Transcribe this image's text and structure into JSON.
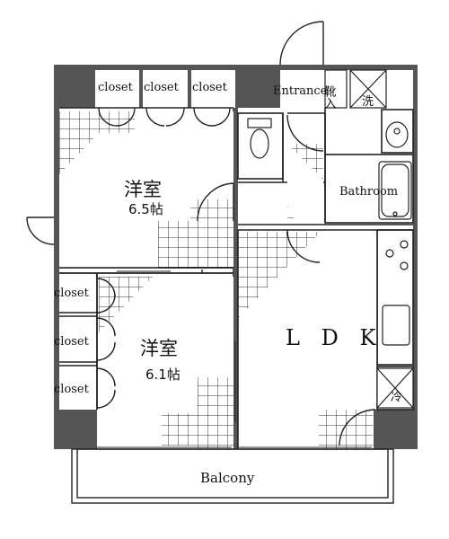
{
  "rooms": {
    "western_room_1": {
      "name": "洋室",
      "size": "6.5帖"
    },
    "western_room_2": {
      "name": "洋室",
      "size": "6.1帖"
    },
    "ldk": {
      "name": "L D K"
    },
    "bathroom": {
      "name": "Bathroom"
    },
    "entrance": {
      "name": "Entrance"
    },
    "balcony": {
      "name": "Balcony"
    }
  },
  "closets": {
    "top": [
      "closet",
      "closet",
      "closet"
    ],
    "left": [
      "closet",
      "closet",
      "closet"
    ]
  },
  "fixtures": {
    "shoe_storage": "靴入",
    "washer": "洗",
    "fridge": "冷"
  },
  "colors": {
    "wall": "#555555",
    "line": "#222222",
    "floor_grid": "#333333",
    "background": "#ffffff"
  }
}
